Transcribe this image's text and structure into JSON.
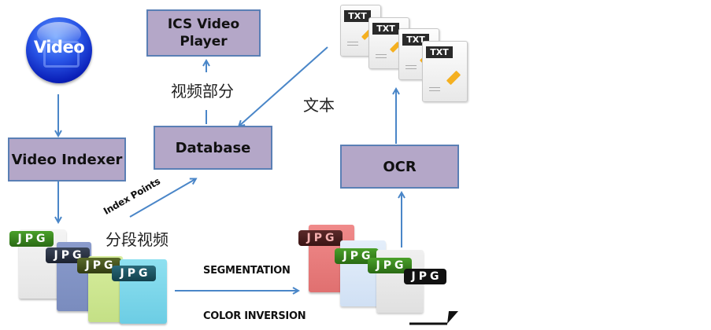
{
  "nodes": {
    "video": "Video",
    "ics_player_line1": "ICS Video",
    "ics_player_line2": "Player",
    "database": "Database",
    "video_indexer": "Video Indexer",
    "ocr": "OCR"
  },
  "labels": {
    "video_part": "视频部分",
    "text": "文本",
    "segmented_video": "分段视频",
    "index_points": "Index Points",
    "segmentation": "SEGMENTATION",
    "color_inversion": "COLOR INVERSION"
  },
  "file_tags": {
    "jpg": "JPG",
    "txt": "TXT"
  },
  "colors": {
    "box_fill": "#b4a7c8",
    "box_border": "#5a7fb5",
    "arrow": "#4a86c8"
  }
}
